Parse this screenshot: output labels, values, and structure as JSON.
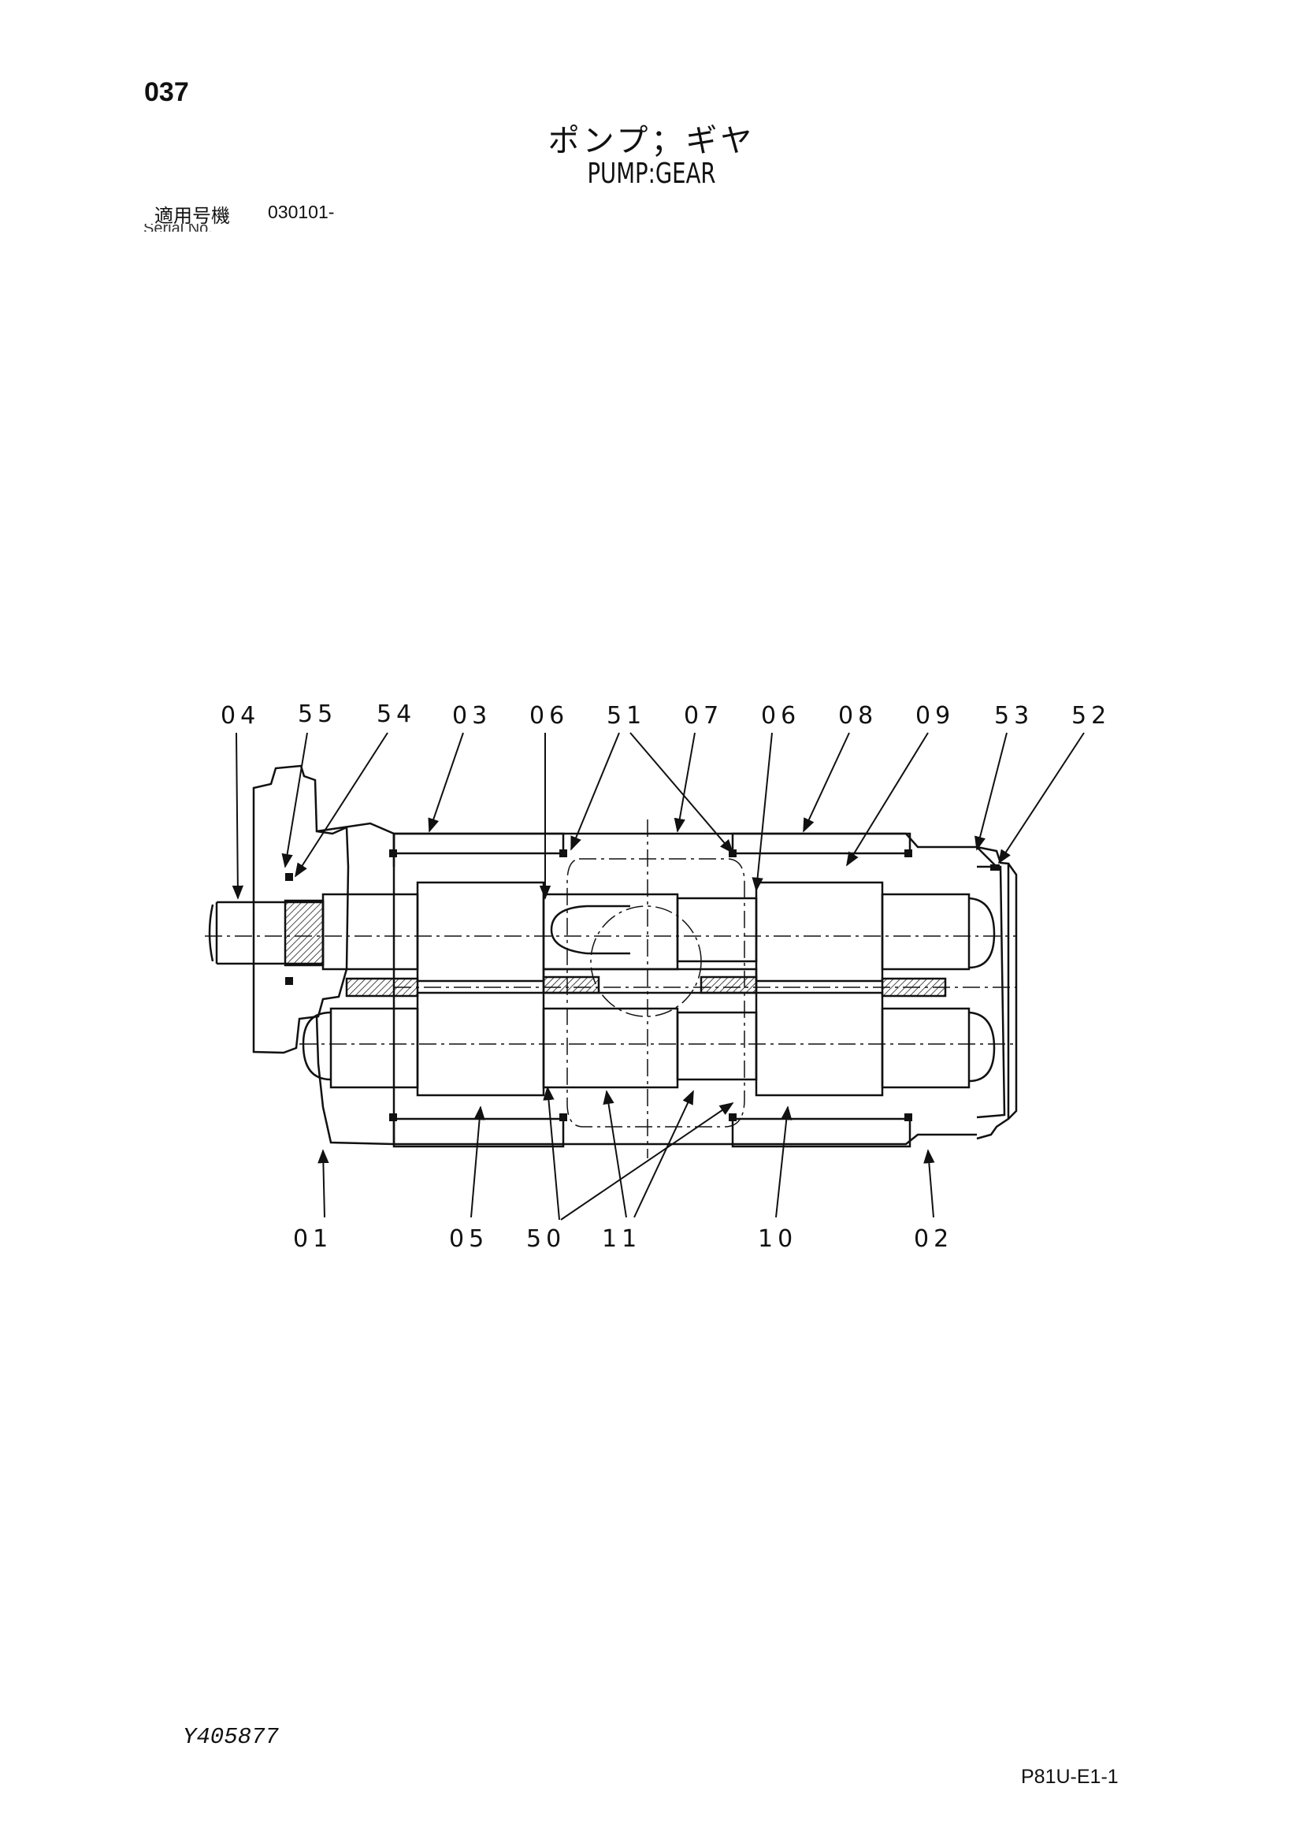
{
  "page": {
    "number": "037",
    "title_jp": "ポンプ；ギヤ",
    "title_en": "PUMP:GEAR",
    "serial_label": "適用号機",
    "serial_value": "030101-",
    "serial_sub": "Serial No.",
    "doc_code": "Y405877",
    "sheet_code": "P81U-E1-1"
  },
  "diagram": {
    "callouts_top": [
      "04",
      "55",
      "54",
      "03",
      "06",
      "51",
      "07",
      "06",
      "08",
      "09",
      "53",
      "52"
    ],
    "callouts_bottom": [
      "01",
      "05",
      "50",
      "11",
      "10",
      "02"
    ]
  }
}
